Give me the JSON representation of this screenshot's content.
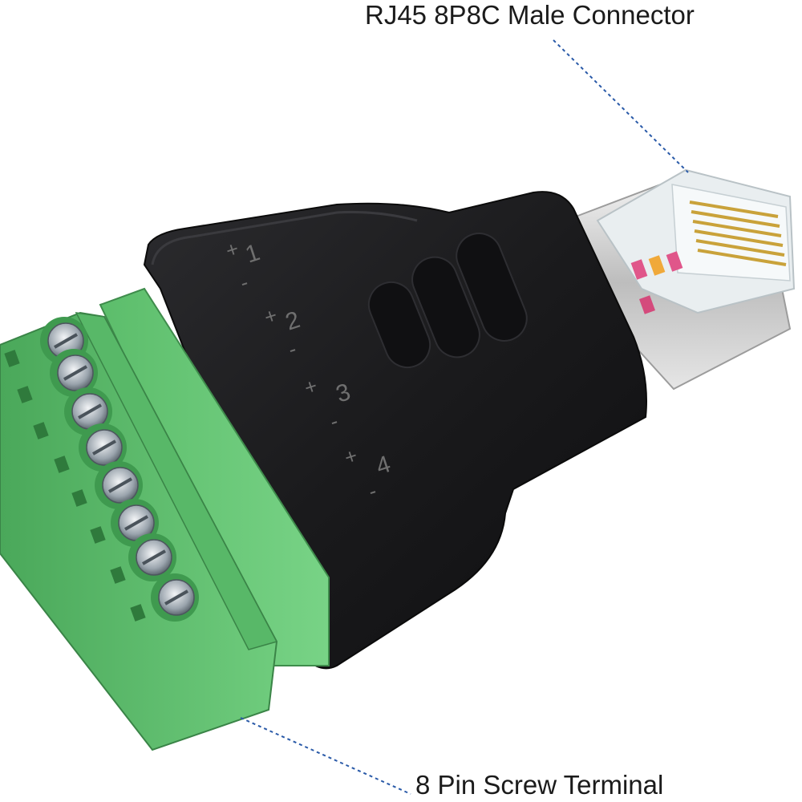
{
  "labels": {
    "connector_label": "RJ45 8P8C Male Connector",
    "terminal_label": "8 Pin Screw Terminal"
  },
  "pin_markings": [
    {
      "number": "1",
      "plus": "+",
      "minus": "-"
    },
    {
      "number": "2",
      "plus": "+",
      "minus": "-"
    },
    {
      "number": "3",
      "plus": "+",
      "minus": "-"
    },
    {
      "number": "4",
      "plus": "+",
      "minus": "-"
    }
  ],
  "colors": {
    "terminal_green": "#5fbf6f",
    "adapter_black": "#1c1c1e",
    "leader_line": "#2a5aa8",
    "plug_clear": "#e8eef0"
  }
}
